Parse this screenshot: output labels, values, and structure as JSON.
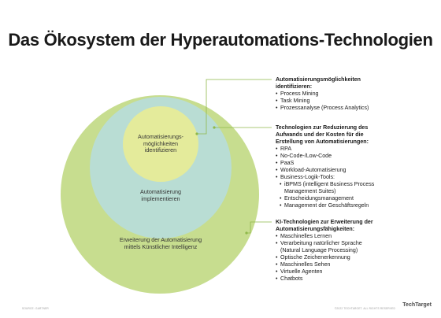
{
  "title": "Das Ökosystem der Hyperautomations-Technologien",
  "colors": {
    "outer_circle": "#c7dd8f",
    "middle_circle": "#b9ddd4",
    "inner_circle": "#e4eb9b",
    "connector_line": "#8fb84a"
  },
  "circles": {
    "inner_label": [
      "Automatisierungs-",
      "möglichkeiten",
      "identifizieren"
    ],
    "middle_label": [
      "Automatisierung",
      "implementieren"
    ],
    "outer_label": [
      "Erweiterung der Automatisierung",
      "mittels Künstlicher Intelligenz"
    ]
  },
  "blocks": {
    "identify": {
      "heading": [
        "Automatisierungsmöglichkeiten",
        "identifizieren:"
      ],
      "items": [
        "Process Mining",
        "Task Mining",
        "Prozessanalyse (Process Analytics)"
      ]
    },
    "implement": {
      "heading": [
        "Technologien zur Reduzierung des",
        "Aufwands und der Kosten für die",
        "Erstellung von Automatisierungen:"
      ],
      "items": [
        "RPA",
        "No-Code-/Low-Code",
        "PaaS",
        "Workload-Automatisierung",
        "Business-Logik-Tools:"
      ],
      "sub_items": [
        "iBPMS (intelligent Business Process",
        "Management Suites)",
        "Entscheidungsmanagement",
        "Management der Geschäftsregeln"
      ]
    },
    "ai": {
      "heading": [
        "KI-Technologien zur Erweiterung der",
        "Automatisierungsfähigkeiten:"
      ],
      "items": [
        "Maschinelles Lernen",
        "Verarbeitung natürlicher Sprache",
        "(Natural Language Processing)",
        "Optische Zeichenerkennung",
        "Maschinelles Sehen",
        "Virtuelle Agenten",
        "Chatbots"
      ]
    }
  },
  "footer": {
    "source": "SOURCE: GARTNER",
    "copyright": "©2022 TECHTARGET. ALL RIGHTS RESERVED",
    "logo": "TechTarget"
  }
}
